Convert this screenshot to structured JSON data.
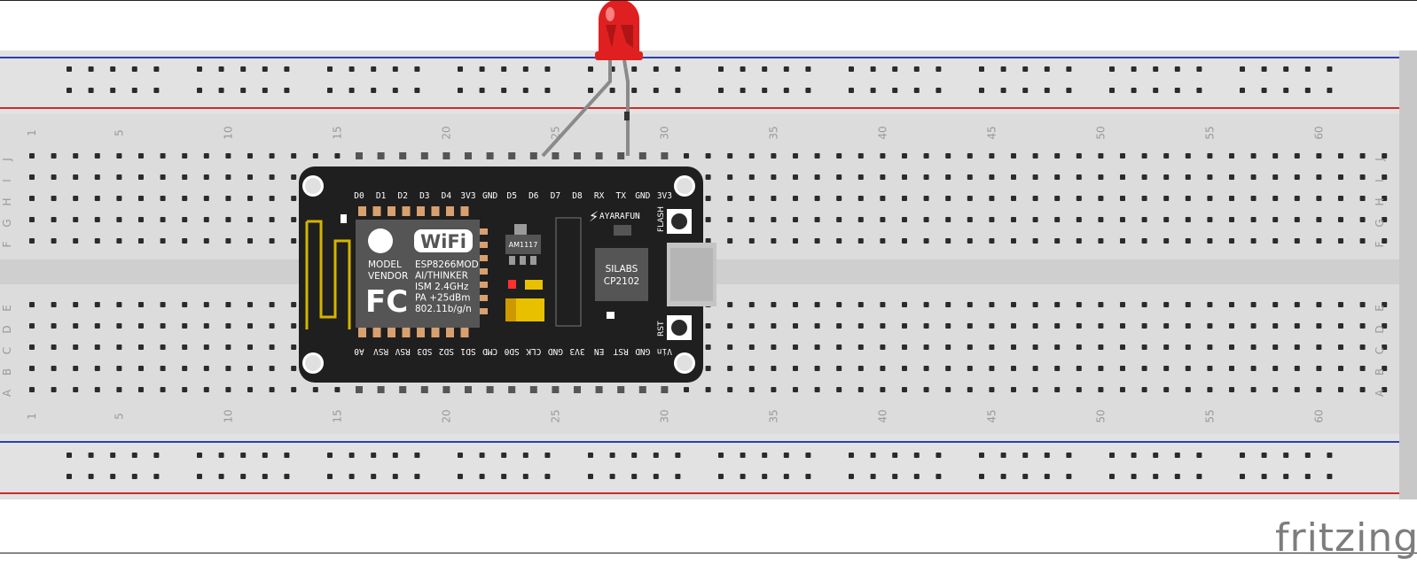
{
  "diagram": {
    "software_logo": "fritzing",
    "breadboard": {
      "column_numbers": [
        "1",
        "5",
        "10",
        "15",
        "20",
        "25",
        "30",
        "35",
        "40",
        "45",
        "50",
        "55",
        "60"
      ],
      "top_row_letters": [
        "J",
        "I",
        "H",
        "G",
        "F"
      ],
      "bottom_row_letters": [
        "E",
        "D",
        "C",
        "B",
        "A"
      ],
      "colors": {
        "body": "#dcdcdc",
        "rail": "#e2e2e2",
        "hole": "#2b2b2b",
        "active_hole": "#3fa33f",
        "rail_red": "#cc2b2b",
        "rail_blue": "#2b3fb5"
      }
    },
    "nodemcu": {
      "top_pin_labels": [
        "D0",
        "D1",
        "D2",
        "D3",
        "D4",
        "3V3",
        "GND",
        "D5",
        "D6",
        "D7",
        "D8",
        "RX",
        "TX",
        "GND",
        "3V3"
      ],
      "bottom_pin_labels": [
        "A0",
        "RSV",
        "RSV",
        "SD3",
        "SD2",
        "SD1",
        "CMD",
        "SD0",
        "CLK",
        "GND",
        "3V3",
        "EN",
        "RST",
        "GND",
        "Vin"
      ],
      "module_label_left": [
        "MODEL",
        "VENDOR"
      ],
      "module_label_right": [
        "ESP8266MOD",
        "AI/THINKER",
        "ISM 2.4GHz",
        "PA +25dBm",
        "802.11b/g/n"
      ],
      "wifi_logo": "WiFi",
      "fcc_logo": "FC",
      "regulator_label": "AM1117",
      "usb_chip_label": [
        "SILABS",
        "CP2102"
      ],
      "brand_label": "AYARAFUN",
      "flash_button_label": "FLASH",
      "rst_button_label": "RST",
      "colors": {
        "pcb": "#1f1f1f",
        "silkscreen": "#ffffff",
        "pad": "#d9a06f",
        "module": "#555555",
        "cap": "#e8c000"
      }
    },
    "led": {
      "color": "#e02020"
    }
  }
}
